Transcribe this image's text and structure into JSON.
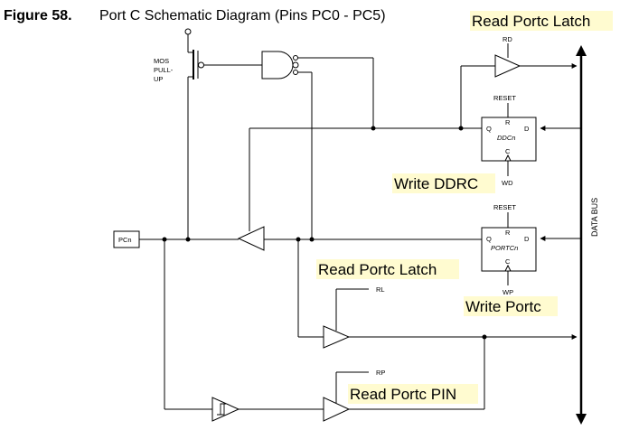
{
  "title": {
    "figure_label": "Figure 58.",
    "caption": "Port C Schematic Diagram (Pins PC0 - PC5)"
  },
  "annotations": {
    "read_portc_latch_top": "Read Portc Latch",
    "write_ddrc": "Write DDRC",
    "read_portc_latch_mid": "Read Portc Latch",
    "write_portc": "Write Portc",
    "read_portc_pin": "Read Portc PIN"
  },
  "labels": {
    "mos_line1": "MOS",
    "mos_line2": "PULL-",
    "mos_line3": "UP",
    "rd": "RD",
    "reset_ddr": "RESET",
    "ddr_q": "Q",
    "ddr_r": "R",
    "ddr_d": "D",
    "ddr_name": "DDCn",
    "ddr_c": "C",
    "wd": "WD",
    "reset_port": "RESET",
    "port_q": "Q",
    "port_r": "R",
    "port_d": "D",
    "port_name": "PORTCn",
    "port_c": "C",
    "wp": "WP",
    "rl": "RL",
    "rp": "RP",
    "pin": "PCn",
    "data_bus": "DATA BUS"
  }
}
